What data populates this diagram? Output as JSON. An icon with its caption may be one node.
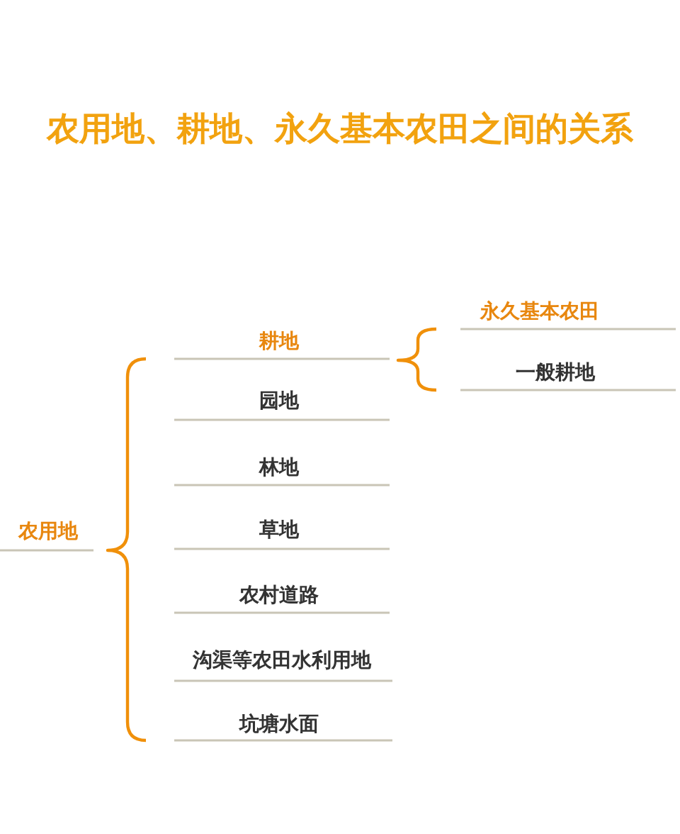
{
  "diagram": {
    "title": "农用地、耕地、永久基本农田之间的关系",
    "labels": [
      "农用地",
      "耕地",
      "园地",
      "林地",
      "草地",
      "农村道路",
      "沟渠等农田水利用地",
      "坑塘水面",
      "永久基本农田",
      "一般耕地"
    ]
  }
}
